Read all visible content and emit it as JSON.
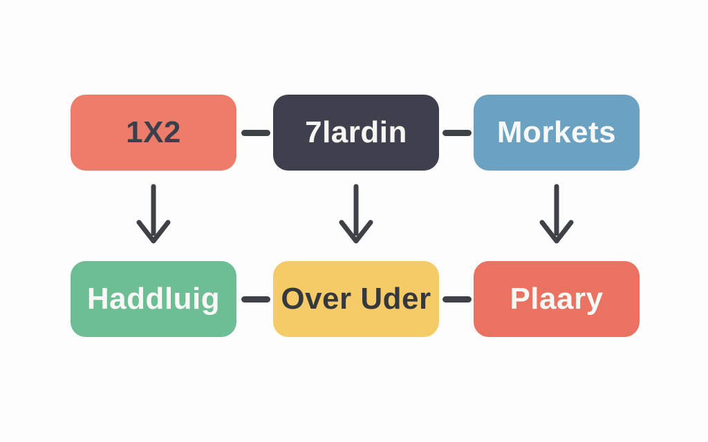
{
  "background": "#FDFDFD",
  "connector_color": "#3E4247",
  "nodes": [
    {
      "label": "1X2",
      "fill": "#ED7C6A",
      "text_color": "#3A3F4B",
      "row": 1,
      "col": 1
    },
    {
      "label": "7lardin",
      "fill": "#3E414D",
      "text_color": "#F7F6F3",
      "row": 1,
      "col": 2
    },
    {
      "label": "Morkets",
      "fill": "#6BA2C2",
      "text_color": "#F8F8F6",
      "row": 1,
      "col": 3
    },
    {
      "label": "Haddluig",
      "fill": "#6DBD95",
      "text_color": "#F8F8F6",
      "row": 2,
      "col": 1
    },
    {
      "label": "Over Uder",
      "fill": "#F5CB68",
      "text_color": "#35393C",
      "row": 2,
      "col": 2
    },
    {
      "label": "Plaary",
      "fill": "#E97360",
      "text_color": "#F8F8F6",
      "row": 2,
      "col": 3
    }
  ],
  "connections": {
    "horizontal": [
      {
        "from": "1X2",
        "to": "7lardin"
      },
      {
        "from": "7lardin",
        "to": "Morkets"
      },
      {
        "from": "Haddluig",
        "to": "Over Uder"
      },
      {
        "from": "Over Uder",
        "to": "Plaary"
      }
    ],
    "vertical_arrows": [
      {
        "from": "1X2",
        "to": "Haddluig"
      },
      {
        "from": "7lardin",
        "to": "Over Uder"
      },
      {
        "from": "Morkets",
        "to": "Plaary"
      }
    ]
  }
}
